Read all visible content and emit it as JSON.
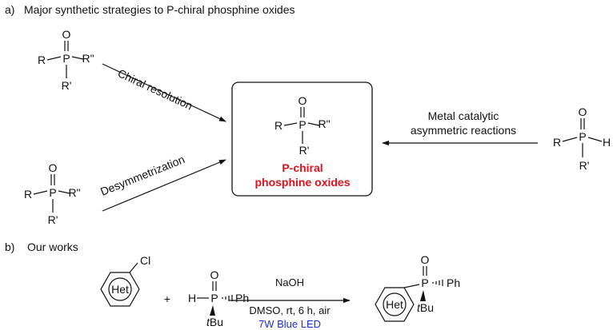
{
  "section_a": {
    "label": "a)",
    "title": "Major synthetic strategies to P-chiral phosphine oxides"
  },
  "section_b": {
    "label": "b)",
    "title": "Our works"
  },
  "atoms": {
    "O": "O",
    "P": "P",
    "R": "R",
    "R_prime": "R'",
    "R_dprime": "R\"",
    "H": "H",
    "Cl": "Cl",
    "Het": "Het",
    "Ph": "Ph",
    "tBu_t": "t",
    "tBu_Bu": "Bu",
    "plus": "+"
  },
  "arrows": {
    "chiral_resolution": "Chiral resolution",
    "desymmetrization": "Desymmetrization",
    "metal_catalytic_line1": "Metal catalytic",
    "metal_catalytic_line2": "asymmetric reactions"
  },
  "product_box": {
    "line1": "P-chiral",
    "line2": "phosphine oxides"
  },
  "conditions": {
    "reagent": "NaOH",
    "solvent": "DMSO, rt, 6 h, air",
    "light": "7W Blue LED"
  },
  "colors": {
    "highlight_red": "#e3101b",
    "light_blue": "#1f2fd0",
    "ink": "#111111"
  }
}
